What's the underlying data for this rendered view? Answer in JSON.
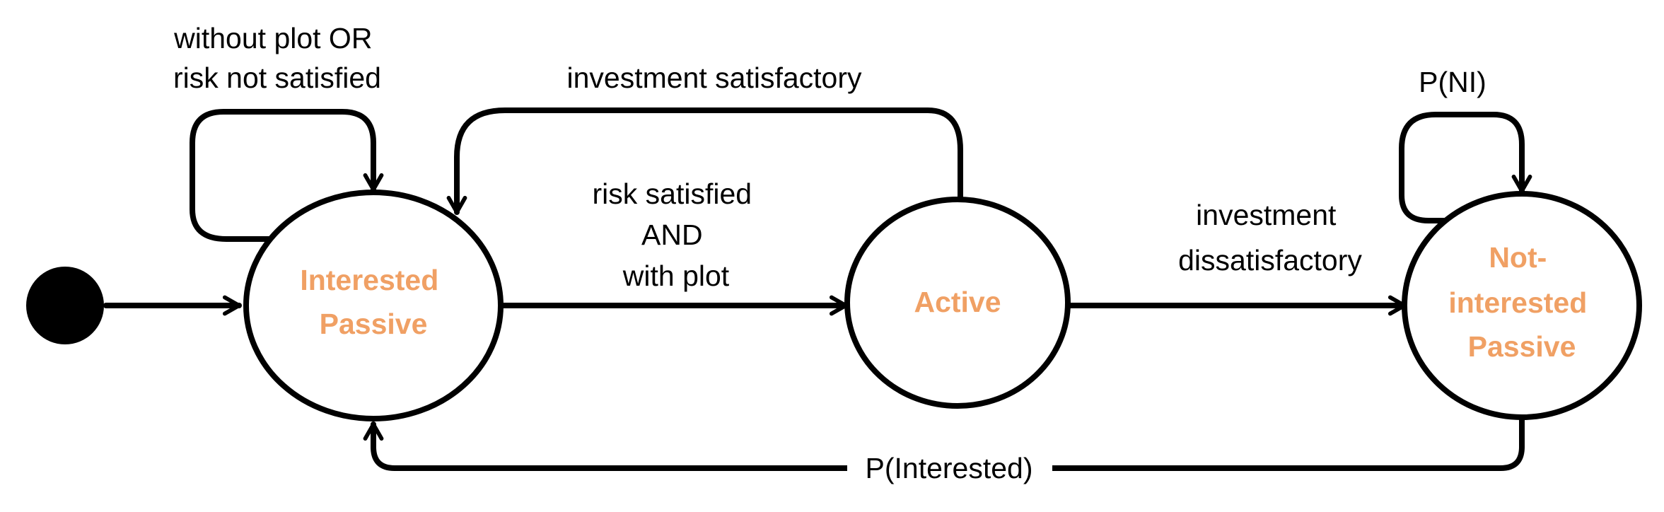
{
  "nodes": {
    "interested_passive": {
      "lines": [
        "Interested",
        "Passive"
      ]
    },
    "active": {
      "lines": [
        "Active"
      ]
    },
    "not_interested_passive": {
      "lines": [
        "Not-",
        "interested",
        "Passive"
      ]
    }
  },
  "edges": {
    "self_interested": {
      "lines": [
        "without plot OR",
        "risk not satisfied"
      ]
    },
    "investment_satisfactory": {
      "lines": [
        "investment satisfactory"
      ]
    },
    "interested_to_active": {
      "lines": [
        "risk satisfied",
        "AND",
        "with plot"
      ]
    },
    "active_to_not_interested": {
      "lines": [
        "investment",
        "dissatisfactory"
      ]
    },
    "self_not_interested": {
      "lines": [
        "P(NI)"
      ]
    },
    "not_interested_to_interested": {
      "lines": [
        "P(Interested)"
      ]
    }
  },
  "colors": {
    "node_label": "#f0a064",
    "stroke": "#000000"
  }
}
